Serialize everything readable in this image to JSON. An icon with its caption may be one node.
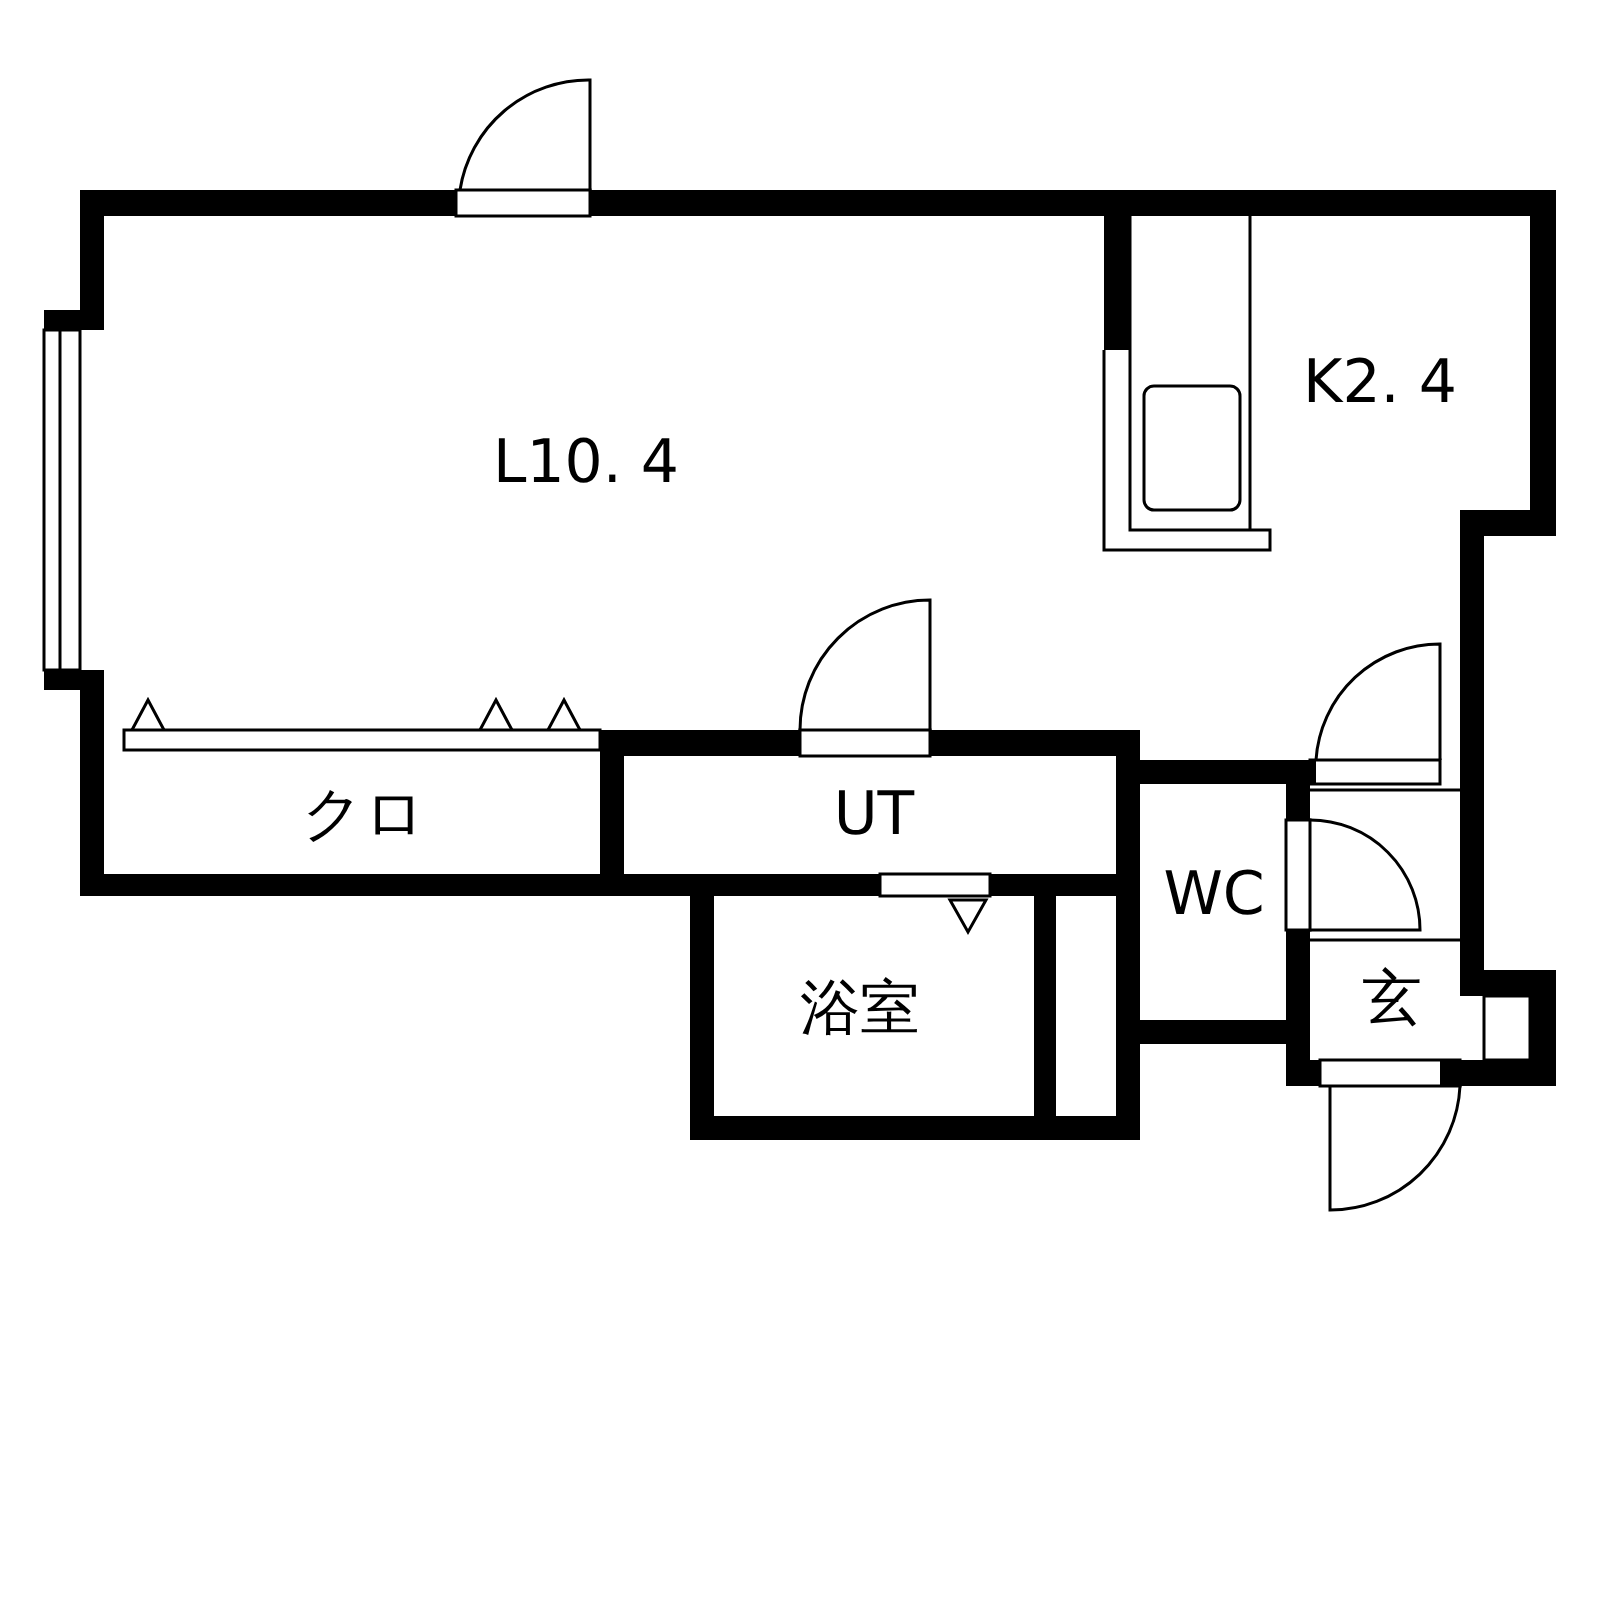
{
  "diagram": {
    "labels": [
      "L10. 4",
      "K2. 4",
      "クロ",
      "UT",
      "WC",
      "浴室",
      "玄"
    ]
  }
}
